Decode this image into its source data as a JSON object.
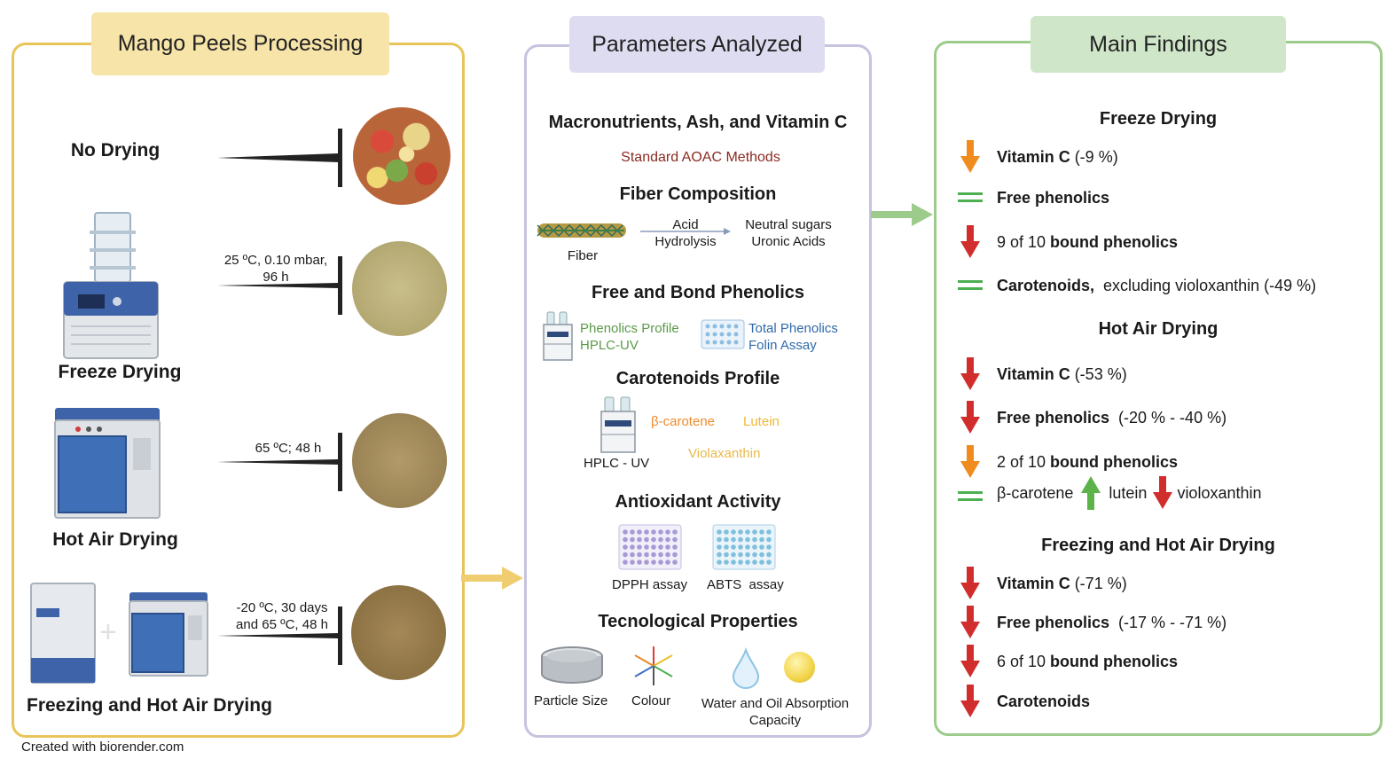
{
  "colors": {
    "processing": "#e8c55a",
    "processing_header": "#f7e4a8",
    "parameters": "#c5c3df",
    "parameters_header": "#dedcf0",
    "findings": "#9ccb8c",
    "findings_header": "#cfe6c9",
    "decrease": "#d12d2d",
    "minor_decrease": "#f08c1e",
    "increase": "#5cb34a",
    "equal": "#4caf50"
  },
  "processing": {
    "title": "Mango Peels Processing",
    "steps": [
      {
        "label": "No Drying",
        "condition": ""
      },
      {
        "label": "Freeze Drying",
        "condition": "25 ºC, 0.10 mbar,\n96 h"
      },
      {
        "label": "Hot Air Drying",
        "condition": "65 ºC; 48 h"
      },
      {
        "label": "Freezing and Hot Air Drying",
        "condition": "-20 ºC, 30 days\nand 65 ºC, 48 h"
      }
    ]
  },
  "parameters": {
    "title": "Parameters Analyzed",
    "macro_title": "Macronutrients, Ash, and Vitamin C",
    "macro_method": "Standard AOAC Methods",
    "fiber_title": "Fiber Composition",
    "fiber_label": "Fiber",
    "fiber_step": "Acid\nHydrolysis",
    "fiber_result": "Neutral sugars\nUronic Acids",
    "phenolics_title": "Free and Bond Phenolics",
    "phenolics_profile": "Phenolics Profile\nHPLC-UV",
    "phenolics_total": "Total Phenolics\nFolin Assay",
    "carotenoids_title": "Carotenoids Profile",
    "hplc_label": "HPLC - UV",
    "carotenoids": [
      "β-carotene",
      "Lutein",
      "Violaxanthin"
    ],
    "antioxidant_title": "Antioxidant Activity",
    "assays": [
      "DPPH assay",
      "ABTS  assay"
    ],
    "tech_title": "Tecnological Properties",
    "tech_items": [
      "Particle Size",
      "Colour",
      "Water and Oil Absorption\nCapacity"
    ]
  },
  "findings": {
    "title": "Main Findings",
    "sections": [
      {
        "title": "Freeze Drying",
        "items": [
          {
            "icon": "minor-decrease-arrow",
            "bold": "Vitamin C",
            "text": " (-9 %)"
          },
          {
            "icon": "equal-sign",
            "bold": "Free phenolics",
            "text": ""
          },
          {
            "icon": "decrease-arrow",
            "pre": "9 of 10 ",
            "bold": "bound phenolics",
            "text": ""
          },
          {
            "icon": "equal-sign",
            "bold": "Carotenoids,",
            "text": "  excluding violoxanthin (-49 %)"
          }
        ]
      },
      {
        "title": "Hot Air Drying",
        "items": [
          {
            "icon": "decrease-arrow",
            "bold": "Vitamin C",
            "text": " (-53 %)"
          },
          {
            "icon": "decrease-arrow",
            "bold": "Free phenolics",
            "text": "  (-20 % - -40 %)"
          },
          {
            "icon": "minor-decrease-arrow",
            "pre": "2 of 10 ",
            "bold": "bound phenolics",
            "text": ""
          },
          {
            "icon": "equal-sign",
            "pre": "β-carotene",
            "mid1": "lutein",
            "mid2": "violoxanthin"
          }
        ]
      },
      {
        "title": "Freezing and Hot Air Drying",
        "items": [
          {
            "icon": "decrease-arrow",
            "bold": "Vitamin C",
            "text": " (-71 %)"
          },
          {
            "icon": "decrease-arrow",
            "bold": "Free phenolics",
            "text": "  (-17 % - -71 %)"
          },
          {
            "icon": "decrease-arrow",
            "pre": "6 of 10 ",
            "bold": "bound phenolics",
            "text": ""
          },
          {
            "icon": "decrease-arrow",
            "bold": "Carotenoids",
            "text": ""
          }
        ]
      }
    ]
  },
  "footer": "Created with biorender.com"
}
